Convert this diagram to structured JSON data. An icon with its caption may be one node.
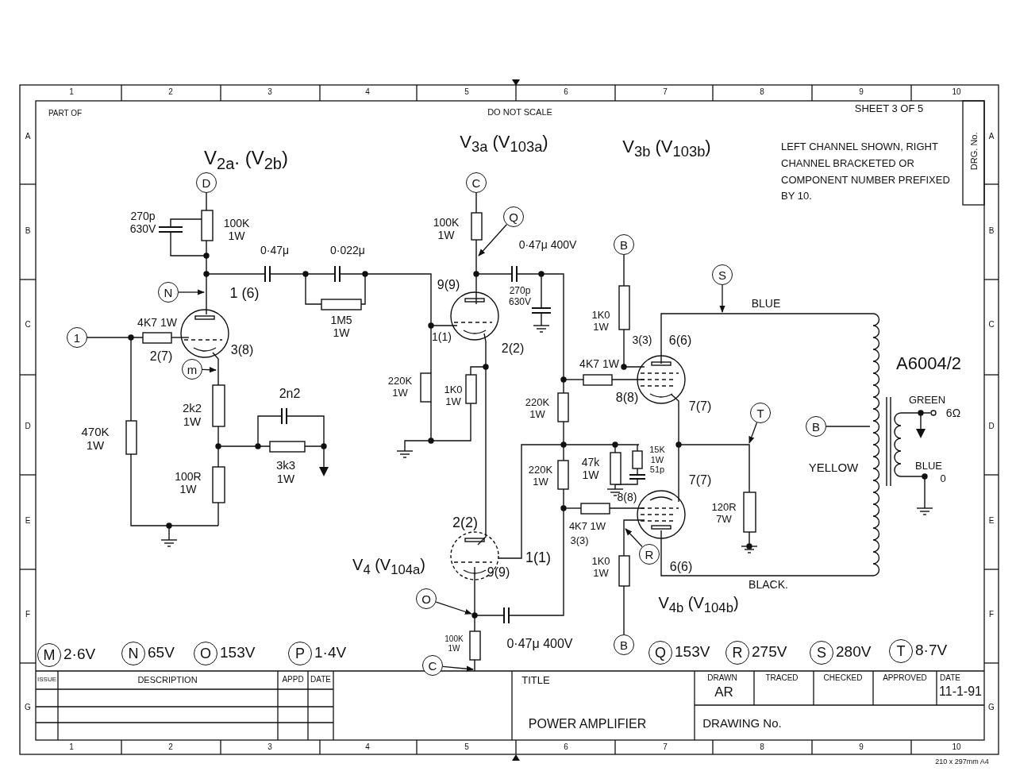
{
  "diagram": {
    "nodes": [
      {
        "text": [
          "D"
        ]
      },
      {
        "text": [
          "C"
        ]
      },
      {
        "text": [
          "Q"
        ]
      },
      {
        "text": [
          "N"
        ]
      },
      {
        "text": [
          "1"
        ]
      },
      {
        "text": [
          "m"
        ]
      },
      {
        "text": [
          "B"
        ]
      },
      {
        "text": [
          "S"
        ]
      },
      {
        "text": [
          "T"
        ]
      },
      {
        "text": [
          "B"
        ]
      },
      {
        "text": [
          "O"
        ]
      },
      {
        "text": [
          "C"
        ]
      },
      {
        "text": [
          "R"
        ]
      },
      {
        "text": [
          "B"
        ]
      },
      {
        "text": [
          "M"
        ],
        "beside": [
          "2·6V"
        ]
      },
      {
        "text": [
          "N"
        ],
        "beside": [
          "65V"
        ]
      },
      {
        "text": [
          "O"
        ],
        "beside": [
          "153V"
        ]
      },
      {
        "text": [
          "P"
        ],
        "beside": [
          "1·4V"
        ]
      },
      {
        "text": [
          "Q"
        ],
        "beside": [
          "153V"
        ]
      },
      {
        "text": [
          "R"
        ],
        "beside": [
          "275V"
        ]
      },
      {
        "text": [
          "S"
        ],
        "beside": [
          "280V"
        ]
      },
      {
        "text": [
          "T"
        ],
        "beside": [
          "8·7V"
        ]
      }
    ],
    "edges": [
      {
        "from": 3,
        "to": null,
        "arrow": "to"
      },
      {
        "from": 5,
        "to": null,
        "arrow": "to"
      },
      {
        "from": 2,
        "to": null,
        "arrow": "to"
      },
      {
        "from": 7,
        "to": null,
        "arrow": "to"
      },
      {
        "from": 8,
        "to": null,
        "arrow": "to"
      },
      {
        "from": 10,
        "to": null,
        "arrow": "to"
      },
      {
        "from": 11,
        "to": null,
        "arrow": "to"
      },
      {
        "from": 12,
        "to": null,
        "arrow": "to"
      }
    ],
    "labels": [
      "1",
      "2",
      "3",
      "4",
      "5",
      "6",
      "7",
      "8",
      "9",
      "10",
      "PART OF",
      "DO NOT SCALE",
      "SHEET 3 OF 5",
      "DRG. No.",
      "V$_{2a}$. (V$_{2b}$)",
      "V$_{3a}$ (V$_{103a}$)",
      "V$_{3b}$ (V$_{103b}$)",
      "LEFT CHANNEL SHOWN, RIGHT CHANNEL BRACKETED OR COMPONENT NUMBER PREFIXED BY 10.",
      "270p 630V",
      "100K 1W",
      "0·47μ",
      "0·022μ",
      "100K 1W",
      "0·47μ 400V",
      "1 (6)",
      "9(9)",
      "270p 630V",
      "1K0 1W",
      "6(6)",
      "BLUE",
      "3(3)",
      "1M5 1W",
      "4K7 1W",
      "1(1)",
      "2(2)",
      "4K7 1W",
      "A6004/2",
      "2(7)",
      "3(8)",
      "8(8)",
      "7(7)",
      "2n2",
      "220K 1W",
      "1K0 1W",
      "220K 1W",
      "GREEN",
      "6Ω",
      "2k2 1W",
      "470K 1W",
      "3k3 1W",
      "220K 1W",
      "47k 1W",
      "15K 1W 51p",
      "7(7)",
      "YELLOW",
      "BLUE",
      "0",
      "8(8)",
      "100R 1W",
      "4K7 1W",
      "3(3)",
      "120R 7W",
      "2(2)",
      "1(1)",
      "V$_{4}$ (V$_{104a}$)",
      "1K0 1W",
      "6(6)",
      "BLACK.",
      "9(9)",
      "V$_{4b}$ (V$_{104b}$)",
      "100K 1W",
      "0·47μ 400V",
      "A",
      "B",
      "C",
      "D",
      "E",
      "F",
      "G",
      "A",
      "B",
      "C",
      "D",
      "E",
      "F",
      "G",
      "ISSUE",
      "DESCRIPTION",
      "APPD",
      "DATE",
      "TITLE",
      "POWER AMPLIFIER",
      "DRAWN",
      "AR",
      "TRACED",
      "CHECKED",
      "APPROVED",
      "DATE",
      "11-1-91",
      "DRAWING No.",
      "1",
      "2",
      "3",
      "4",
      "5",
      "6",
      "7",
      "8",
      "9",
      "10",
      "210 x 297mm A4"
    ]
  }
}
